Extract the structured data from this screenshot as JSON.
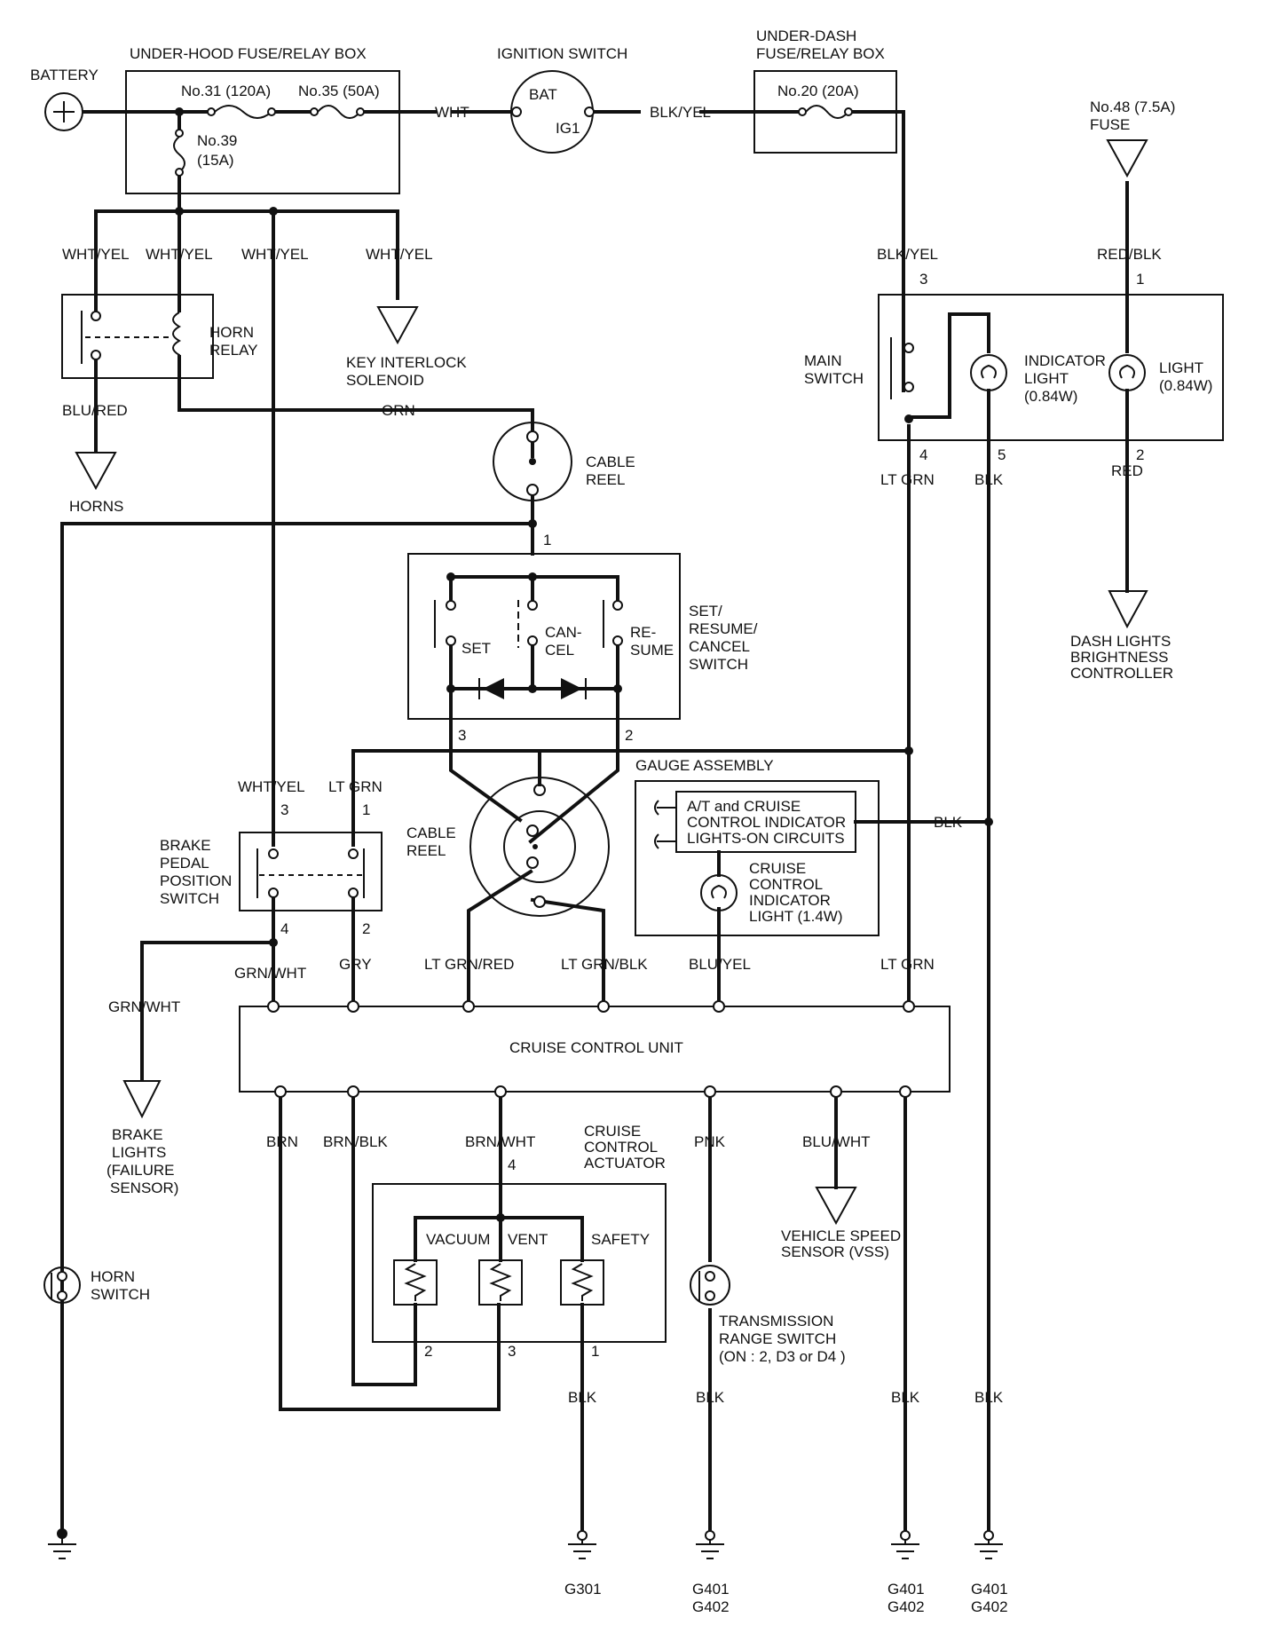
{
  "components": {
    "battery": "BATTERY",
    "under_hood_box": "UNDER-HOOD FUSE/RELAY BOX",
    "fuse31": "No.31 (120A)",
    "fuse35": "No.35 (50A)",
    "fuse39_line1": "No.39",
    "fuse39_line2": "(15A)",
    "ignition_switch": "IGNITION SWITCH",
    "ign_bat": "BAT",
    "ign_ig1": "IG1",
    "under_dash_line1": "UNDER-DASH",
    "under_dash_line2": "FUSE/RELAY BOX",
    "fuse20": "No.20 (20A)",
    "fuse48_line1": "No.48 (7.5A)",
    "fuse48_line2": "FUSE",
    "horn_relay_line1": "HORN",
    "horn_relay_line2": "RELAY",
    "key_interlock_line1": "KEY INTERLOCK",
    "key_interlock_line2": "SOLENOID",
    "horns": "HORNS",
    "cable_reel_line1": "CABLE",
    "cable_reel_line2": "REEL",
    "main_switch_line1": "MAIN",
    "main_switch_line2": "SWITCH",
    "indicator_light_line1": "INDICATOR",
    "indicator_light_line2": "LIGHT",
    "indicator_light_line3": "(0.84W)",
    "light_line1": "LIGHT",
    "light_line2": "(0.84W)",
    "dash_lights_line1": "DASH LIGHTS",
    "dash_lights_line2": "BRIGHTNESS",
    "dash_lights_line3": "CONTROLLER",
    "src_set": "SET",
    "src_cancel_line1": "CAN-",
    "src_cancel_line2": "CEL",
    "src_resume_line1": "RE-",
    "src_resume_line2": "SUME",
    "src_switch_line1": "SET/",
    "src_switch_line2": "RESUME/",
    "src_switch_line3": "CANCEL",
    "src_switch_line4": "SWITCH",
    "gauge_assembly": "GAUGE ASSEMBLY",
    "indicator_circuits_line1": "A/T and CRUISE",
    "indicator_circuits_line2": "CONTROL INDICATOR",
    "indicator_circuits_line3": "LIGHTS-ON CIRCUITS",
    "cruise_indicator_line1": "CRUISE",
    "cruise_indicator_line2": "CONTROL",
    "cruise_indicator_line3": "INDICATOR",
    "cruise_indicator_line4": "LIGHT (1.4W)",
    "brake_switch_line1": "BRAKE",
    "brake_switch_line2": "PEDAL",
    "brake_switch_line3": "POSITION",
    "brake_switch_line4": "SWITCH",
    "ccu": "CRUISE CONTROL UNIT",
    "brake_lights_line1": "BRAKE",
    "brake_lights_line2": "LIGHTS",
    "brake_lights_line3": "(FAILURE",
    "brake_lights_line4": "SENSOR)",
    "actuator_line1": "CRUISE",
    "actuator_line2": "CONTROL",
    "actuator_line3": "ACTUATOR",
    "vacuum": "VACUUM",
    "vent": "VENT",
    "safety": "SAFETY",
    "vss_line1": "VEHICLE SPEED",
    "vss_line2": "SENSOR (VSS)",
    "horn_switch_line1": "HORN",
    "horn_switch_line2": "SWITCH",
    "trs_line1": "TRANSMISSION",
    "trs_line2": "RANGE SWITCH",
    "trs_line3": "(ON : 2, D3 or D4 )"
  },
  "wires": {
    "wht": "WHT",
    "blk_yel": "BLK/YEL",
    "wht_yel": "WHT/YEL",
    "red_blk": "RED/BLK",
    "blu_red": "BLU/RED",
    "orn": "ORN",
    "lt_grn": "LT GRN",
    "blk": "BLK",
    "red": "RED",
    "grn_wht": "GRN/WHT",
    "gry": "GRY",
    "lt_grn_red": "LT GRN/RED",
    "lt_grn_blk": "LT GRN/BLK",
    "blu_yel": "BLU/YEL",
    "brn": "BRN",
    "brn_blk": "BRN/BLK",
    "brn_wht": "BRN/WHT",
    "pnk": "PNK",
    "blu_wht": "BLU/WHT"
  },
  "pins": {
    "p1": "1",
    "p2": "2",
    "p3": "3",
    "p4": "4",
    "p5": "5"
  },
  "grounds": {
    "g301": "G301",
    "g401": "G401",
    "g402": "G402"
  }
}
